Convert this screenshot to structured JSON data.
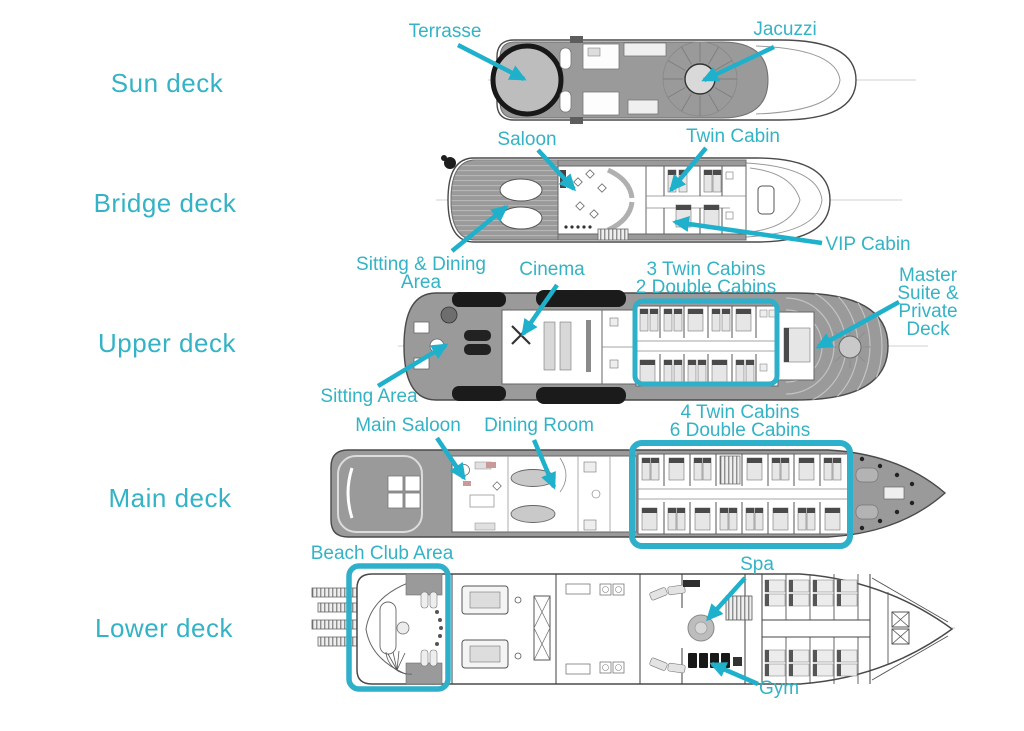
{
  "diagram_title": "",
  "palette": {
    "label_teal": "#33b3c5",
    "arrow_teal": "#1fb0cb",
    "highlight_teal": "#2eafca",
    "deck_gray": "#9a9a9a",
    "light_gray": "#bdbdbd",
    "outline_dark": "#4a4a4a",
    "background": "#ffffff"
  },
  "deck_labels": [
    {
      "label": "Sun deck"
    },
    {
      "label": "Bridge deck"
    },
    {
      "label": "Upper deck"
    },
    {
      "label": "Main deck"
    },
    {
      "label": "Lower deck"
    }
  ],
  "annotations": [
    {
      "label": "Terrasse",
      "deck": "Sun deck",
      "marker": "arrow"
    },
    {
      "label": "Jacuzzi",
      "deck": "Sun deck",
      "marker": "arrow"
    },
    {
      "label": "Saloon",
      "deck": "Bridge deck",
      "marker": "arrow"
    },
    {
      "label": "Twin Cabin",
      "deck": "Bridge deck",
      "marker": "arrow"
    },
    {
      "label": "Sitting & Dining\nArea",
      "deck": "Bridge deck",
      "marker": "arrow"
    },
    {
      "label": "VIP Cabin",
      "deck": "Bridge deck",
      "marker": "arrow"
    },
    {
      "label": "Cinema",
      "deck": "Upper deck",
      "marker": "arrow"
    },
    {
      "label": "3 Twin Cabins\n2 Double Cabins",
      "deck": "Upper deck",
      "marker": "box"
    },
    {
      "label": "Master Suite &\nPrivate Deck",
      "deck": "Upper deck",
      "marker": "arrow"
    },
    {
      "label": "Sitting Area",
      "deck": "Upper deck",
      "marker": "arrow"
    },
    {
      "label": "Main Saloon",
      "deck": "Main deck",
      "marker": "arrow"
    },
    {
      "label": "Dining Room",
      "deck": "Main deck",
      "marker": "arrow"
    },
    {
      "label": "4 Twin Cabins\n6 Double Cabins",
      "deck": "Main deck",
      "marker": "box"
    },
    {
      "label": "Beach Club Area",
      "deck": "Lower deck",
      "marker": "box"
    },
    {
      "label": "Spa",
      "deck": "Lower deck",
      "marker": "arrow"
    },
    {
      "label": "Gym",
      "deck": "Lower deck",
      "marker": "arrow"
    }
  ]
}
